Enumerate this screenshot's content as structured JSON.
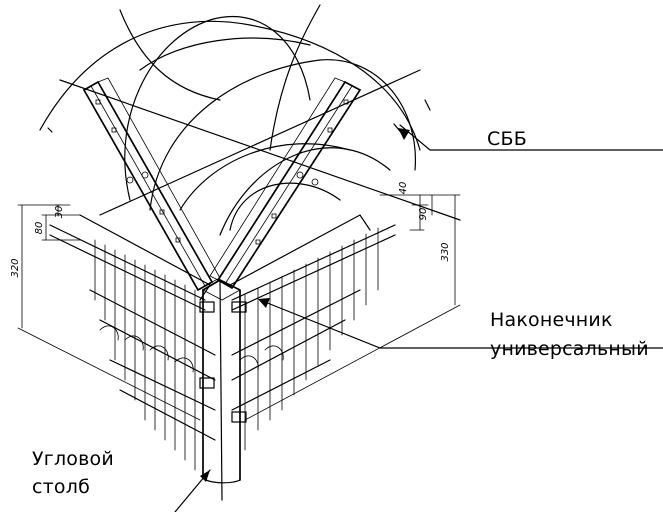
{
  "labels": {
    "sbb": "СББ",
    "tip_line1": "Наконечник",
    "tip_line2": "универсальный",
    "post_line1": "Угловой",
    "post_line2": "столб"
  },
  "dimensions": {
    "d320": "320",
    "d80": "80",
    "d30": "30",
    "d40": "40",
    "d90": "90",
    "d330": "330"
  }
}
